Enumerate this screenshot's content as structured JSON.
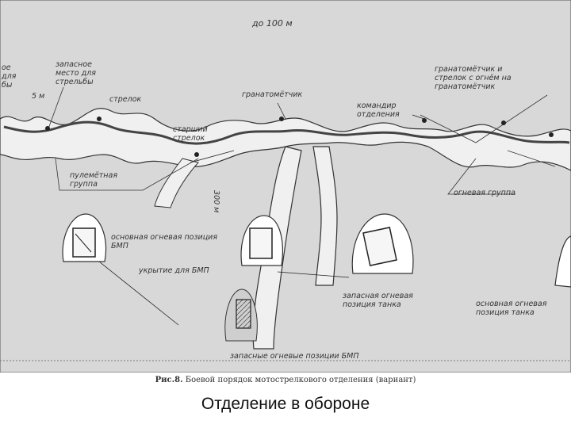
{
  "labels": {
    "distance_top": "до 100 м",
    "reserve_posts": "запасное\nместо для\nстрельбы",
    "left_edge": "ое\nдля\nбы",
    "five_m": "5 м",
    "rifleman": "стрелок",
    "grenadier": "гранатомётчик",
    "gunner_shooters": "гранатомётчик и\nстрелок с огнём на\nгранатомётчик",
    "commander": "командир\nотделения",
    "senior_rifleman": "старший\nстрелок",
    "machine_gun": "пулемётная\nгруппа",
    "fire_group": "огневая группа",
    "vertical_dist": "300 м",
    "bmp_main": "основная огневая позиция\nБМП",
    "shelter": "укрытие для БМП",
    "reserve_tank": "запасная огневая\nпозиция танка",
    "main_tank": "основная огневая\nпозиция танка",
    "bmp_reserve": "запасные огневые позиции БМП"
  },
  "caption": {
    "number": "Рис.8.",
    "text": " Боевой порядок мотострелкового отделения (вариант)"
  },
  "title": "Отделение в обороне",
  "colors": {
    "terrain": "#d6d6d6",
    "trench": "#8e8e8e",
    "line": "#222222",
    "background": "#ffffff"
  }
}
